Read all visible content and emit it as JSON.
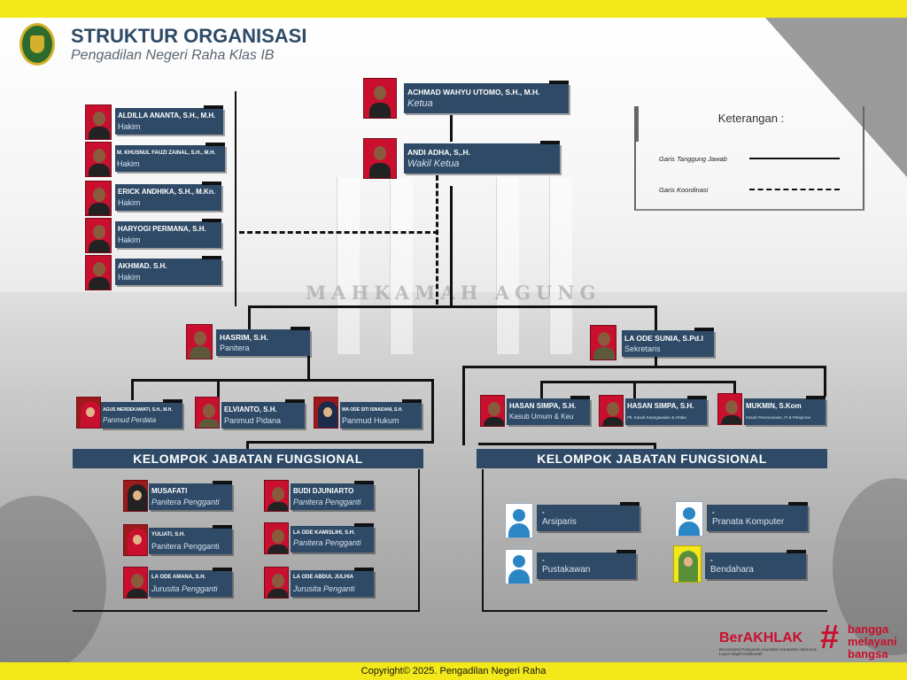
{
  "header": {
    "title": "STRUKTUR ORGANISASI",
    "subtitle": "Pengadilan Negeri Raha Klas IB"
  },
  "background": {
    "building_text": "MAHKAMAH AGUNG"
  },
  "leadership": {
    "ketua": {
      "name": "ACHMAD WAHYU UTOMO, S.H., M.H.",
      "role": "Ketua"
    },
    "wakil": {
      "name": "ANDI ADHA, S,.H.",
      "role": "Wakil Ketua"
    }
  },
  "hakim": [
    {
      "name": "ALDILLA ANANTA, S.H., M.H.",
      "role": "Hakim"
    },
    {
      "name": "M. KHUSNUL FAUZI ZAINAL, S.H., M.H.",
      "role": "Hakim"
    },
    {
      "name": "ERICK ANDHIKA, S.H., M.Kn.",
      "role": "Hakim"
    },
    {
      "name": "HARYOGI PERMANA, S.H.",
      "role": "Hakim"
    },
    {
      "name": "AKHMAD. S.H.",
      "role": "Hakim"
    }
  ],
  "legend": {
    "title": "Keterangan :",
    "line_solid": "Garis Tanggung Jawab",
    "line_dashed": "Garis Koordinasi"
  },
  "panitera": {
    "head": {
      "name": "HASRIM, S.H.",
      "role": "Panitera"
    },
    "staff": [
      {
        "name": "AGUS MERDEKAWATI, S.H., M.H.",
        "role": "Panmud Perdata"
      },
      {
        "name": "ELVIANTO, S.H.",
        "role": "Panmud Pidana"
      },
      {
        "name": "WA ODE SITI ISNADANI, S.H.",
        "role": "Panmud Hukum"
      }
    ]
  },
  "sekretaris": {
    "head": {
      "name": "LA ODE SUNIA, S.Pd.I",
      "role": "Sekretaris"
    },
    "staff": [
      {
        "name": "HASAN SIMPA, S.H.",
        "role": "Kasub Umum & Keu"
      },
      {
        "name": "HASAN SIMPA, S.H.",
        "role": "Plt. Kasub Kepegawaian & Ortala"
      },
      {
        "name": "MUKMIN, S.Kom",
        "role": "Kasub Perencanaan, IT & Pelaporan"
      }
    ]
  },
  "kjf_left": {
    "title": "KELOMPOK JABATAN FUNGSIONAL",
    "members": [
      {
        "name": "MUSAFATI",
        "role": "Panitera Pengganti"
      },
      {
        "name": "BUDI DJUNIARTO",
        "role": "Panitera Pengganti"
      },
      {
        "name": "YULIATI, S.H.",
        "role": "Panitera Pengganti"
      },
      {
        "name": "LA ODE KAMISLIHI, S.H.",
        "role": "Panitera Pengganti"
      },
      {
        "name": "LA ODE AMANA, S.H.",
        "role": "Jurusita Pengganti"
      },
      {
        "name": "LA ODE ABDUL JULHIA",
        "role": "Jurusita Penganti"
      }
    ]
  },
  "kjf_right": {
    "title": "KELOMPOK JABATAN FUNGSIONAL",
    "members": [
      {
        "name": "-",
        "role": "Arsiparis"
      },
      {
        "name": "-",
        "role": "Pranata Komputer"
      },
      {
        "name": "-",
        "role": "Pustakawan"
      },
      {
        "name": "-",
        "role": "Bendahara"
      }
    ]
  },
  "branding": {
    "berakhlak": "BerAKHLAK",
    "berakhlak_sub": "Berorientasi Pelayanan Akuntabel Kompeten Harmonis Loyal Adaptif Kolaboratif",
    "hashtag": "#",
    "slogan1": "bangga",
    "slogan2": "melayani",
    "slogan3": "bangsa"
  },
  "footer": {
    "copyright": "Copyright© 2025. Pengadilan Negeri Raha"
  },
  "colors": {
    "node_bg": "#2e4a66",
    "accent_yellow": "#f2e81a",
    "brand_red": "#c8102e"
  }
}
